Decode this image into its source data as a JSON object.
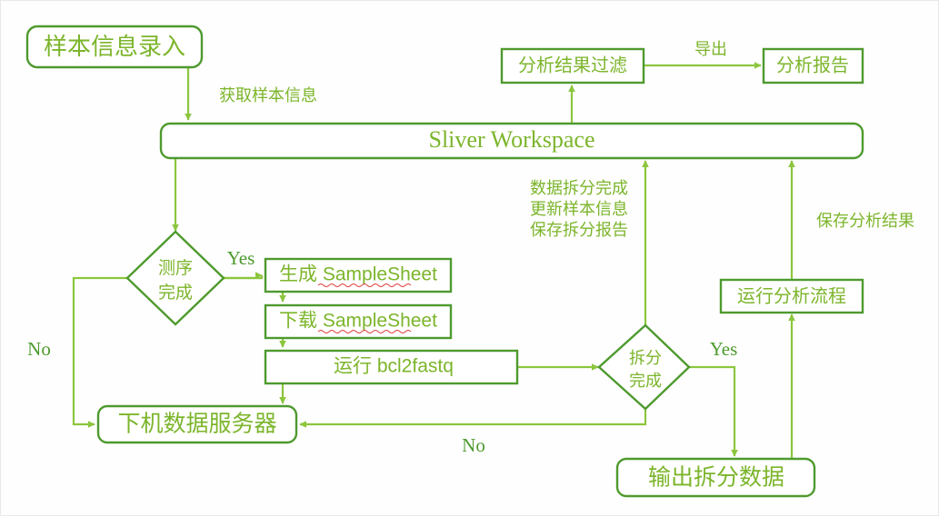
{
  "diagram": {
    "title": "Sliver Workspace sequencing and analysis flowchart",
    "colors": {
      "node_stroke": "#4e9a2e",
      "connector": "#8cc63e",
      "text": "#7cb52b",
      "label": "#4e9a2e",
      "background": "#ffffff",
      "spellcheck_underline": "#e03a34"
    },
    "nodes": {
      "sample_entry": {
        "label": "样本信息录入",
        "shape": "rounded-rect"
      },
      "workspace": {
        "label": "Sliver Workspace",
        "shape": "rounded-rect"
      },
      "result_filter": {
        "label": "分析结果过滤",
        "shape": "rect"
      },
      "analysis_report": {
        "label": "分析报告",
        "shape": "rect"
      },
      "seq_done": {
        "label_line1": "测序",
        "label_line2": "完成",
        "shape": "diamond"
      },
      "gen_samplesheet": {
        "label": "生成 SampleSheet",
        "shape": "rect"
      },
      "dl_samplesheet": {
        "label": "下载 SampleSheet",
        "shape": "rect"
      },
      "run_bcl2fastq": {
        "label": "运行 bcl2fastq",
        "shape": "rect"
      },
      "data_server": {
        "label": "下机数据服务器",
        "shape": "rounded-rect"
      },
      "split_done": {
        "label_line1": "拆分",
        "label_line2": "完成",
        "shape": "diamond"
      },
      "run_pipeline": {
        "label": "运行分析流程",
        "shape": "rect"
      },
      "output_split": {
        "label": "输出拆分数据",
        "shape": "rounded-rect"
      }
    },
    "edge_labels": {
      "fetch_sample_info": "获取样本信息",
      "export": "导出",
      "seq_yes": "Yes",
      "seq_no": "No",
      "split_yes": "Yes",
      "split_no": "No",
      "split_complete_multi": [
        "数据拆分完成",
        "更新样本信息",
        "保存拆分报告"
      ],
      "save_results": "保存分析结果"
    }
  }
}
